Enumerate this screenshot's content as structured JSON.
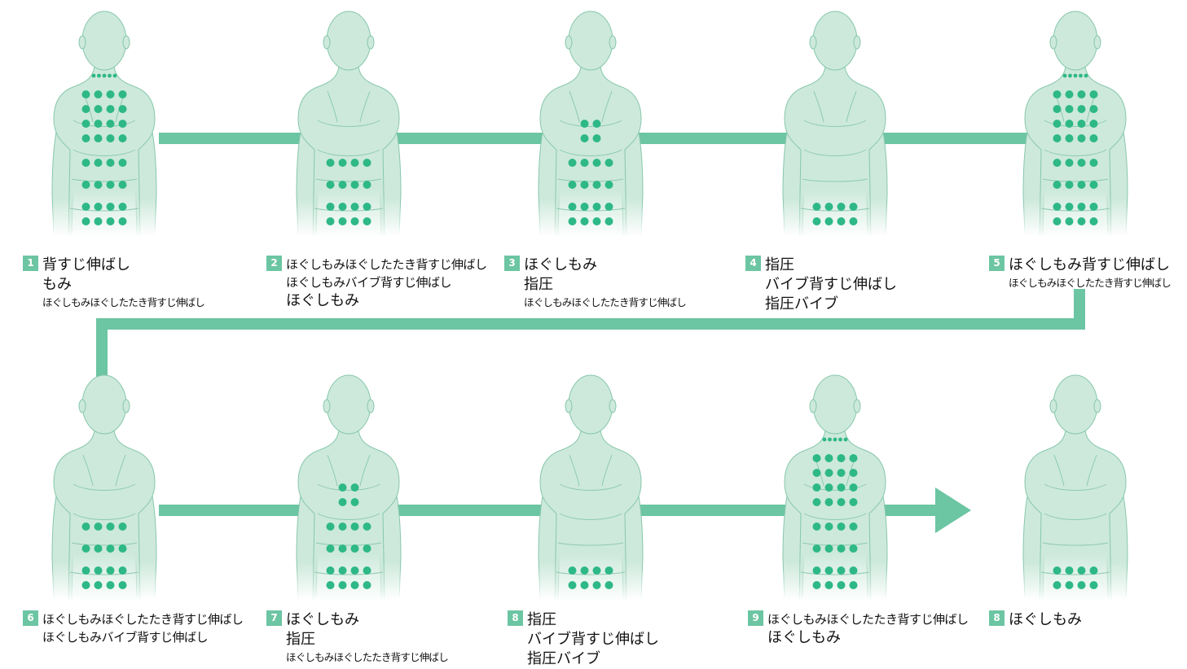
{
  "colors": {
    "accent": "#6cc5a3",
    "body_fill": "#cde9dc",
    "body_outline": "#86c7ab",
    "dot": "#2eb887",
    "text": "#111111"
  },
  "dot_patterns": {
    "full": [
      [
        4,
        -3
      ],
      [
        4,
        -3
      ],
      [
        4,
        -3
      ],
      [
        4,
        -3
      ],
      [
        4,
        0
      ],
      [
        4,
        0
      ],
      [
        4,
        0
      ],
      [
        4,
        0
      ]
    ],
    "lower": [
      [
        0,
        0
      ],
      [
        0,
        0
      ],
      [
        0,
        0
      ],
      [
        0,
        0
      ],
      [
        4,
        0
      ],
      [
        4,
        0
      ],
      [
        4,
        0
      ],
      [
        4,
        0
      ]
    ],
    "mid": [
      [
        0,
        0
      ],
      [
        0,
        0
      ],
      [
        2,
        0
      ],
      [
        2,
        0
      ],
      [
        4,
        0
      ],
      [
        4,
        0
      ],
      [
        4,
        0
      ],
      [
        4,
        0
      ]
    ],
    "lumbar": [
      [
        0,
        0
      ],
      [
        0,
        0
      ],
      [
        0,
        0
      ],
      [
        0,
        0
      ],
      [
        0,
        0
      ],
      [
        0,
        0
      ],
      [
        4,
        0
      ],
      [
        4,
        0
      ]
    ],
    "none": []
  },
  "steps": [
    {
      "num": "1",
      "label": "背すじ伸ばし",
      "sub": "もみ",
      "note": "ほぐしもみほぐしたたき背すじ伸ばし",
      "lines": [
        {
          "text": "背すじ伸ばし",
          "size": "lg"
        },
        {
          "text": "もみ",
          "size": "lg"
        },
        {
          "text": "ほぐしもみほぐしたたき背すじ伸ばし",
          "size": "sm"
        }
      ],
      "pattern": "full"
    },
    {
      "num": "2",
      "lines": [
        {
          "text": "ほぐしもみほぐしたたき背すじ伸ばし",
          "size": "md"
        },
        {
          "text": "ほぐしもみバイブ背すじ伸ばし",
          "size": "md"
        },
        {
          "text": "ほぐしもみ",
          "size": "lg"
        }
      ],
      "pattern": "lower"
    },
    {
      "num": "3",
      "lines": [
        {
          "text": "ほぐしもみ",
          "size": "lg"
        },
        {
          "text": "指圧",
          "size": "lg"
        },
        {
          "text": "ほぐしもみほぐしたたき背すじ伸ばし",
          "size": "sm"
        }
      ],
      "pattern": "mid"
    },
    {
      "num": "4",
      "lines": [
        {
          "text": "指圧",
          "size": "lg"
        },
        {
          "text": "バイブ背すじ伸ばし",
          "size": "lg"
        },
        {
          "text": "指圧バイブ",
          "size": "lg"
        }
      ],
      "pattern": "lumbar"
    },
    {
      "num": "5",
      "lines": [
        {
          "text": "ほぐしもみ背すじ伸ばし",
          "size": "lg"
        },
        {
          "text": "ほぐしもみほぐしたたき背すじ伸ばし",
          "size": "sm"
        }
      ],
      "pattern": "full"
    },
    {
      "num": "6",
      "lines": [
        {
          "text": "ほぐしもみほぐしたたき背すじ伸ばし",
          "size": "md"
        },
        {
          "text": "ほぐしもみバイブ背すじ伸ばし",
          "size": "md"
        }
      ],
      "pattern": "lower"
    },
    {
      "num": "7",
      "lines": [
        {
          "text": "ほぐしもみ",
          "size": "lg"
        },
        {
          "text": "指圧",
          "size": "lg"
        },
        {
          "text": "ほぐしもみほぐしたたき背すじ伸ばし",
          "size": "sm"
        }
      ],
      "pattern": "mid"
    },
    {
      "num": "8",
      "lines": [
        {
          "text": "指圧",
          "size": "lg"
        },
        {
          "text": "バイブ背すじ伸ばし",
          "size": "lg"
        },
        {
          "text": "指圧バイブ",
          "size": "lg"
        }
      ],
      "pattern": "lumbar"
    },
    {
      "num": "9",
      "lines": [
        {
          "text": "ほぐしもみほぐしたたき背すじ伸ばし",
          "size": "md"
        },
        {
          "text": "ほぐしもみ",
          "size": "lg"
        }
      ],
      "pattern": "full"
    },
    {
      "num": "8",
      "lines": [
        {
          "text": "ほぐしもみ",
          "size": "lg"
        }
      ],
      "pattern": "lumbar"
    }
  ]
}
